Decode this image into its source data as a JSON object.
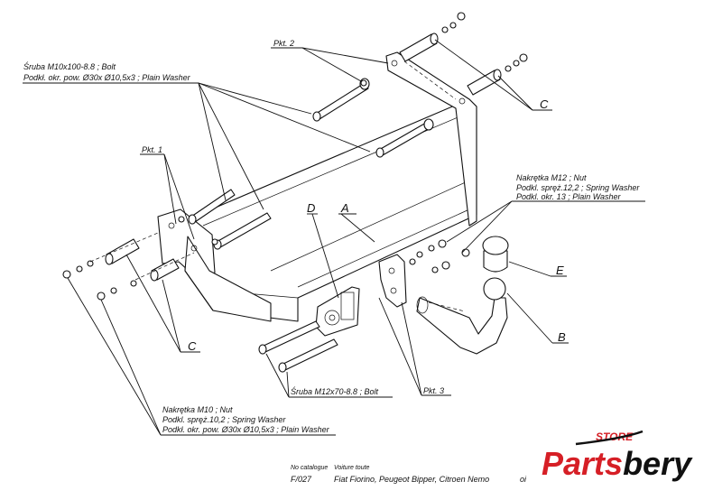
{
  "labels": {
    "bolt_m10": "Śruba M10x100-8.8 ;  Bolt",
    "washer_m10_top": "Podkł. okr. pow. Ø30x Ø10,5x3  ; Plain Washer",
    "pkt1": "Pkt. 1",
    "pkt2": "Pkt. 2",
    "pkt3": "Pkt. 3",
    "c_top": "C",
    "c_bottom": "C",
    "a": "A",
    "b": "B",
    "d": "D",
    "e": "E",
    "nut_m12": "Nakrętka  M12 ; Nut",
    "spring_m12": "Podkl. spręż.12,2 ; Spring Washer",
    "plain_m12": "Podkl. okr. 13 ; Plain Washer",
    "bolt_m12": "Śruba M12x70-8.8 ;  Bolt",
    "nut_m10": "Nakrętka  M10 ; Nut",
    "spring_m10": "Podkl. spręż.10,2 ; Spring Washer",
    "washer_m10_bottom": "Podkł. okr. pow. Ø30x Ø10,5x3  ; Plain Washer"
  },
  "footer": {
    "catalogue_caption": "No catalogue",
    "vehicle_caption": "Voiture toute",
    "catalogue_number": "F/027",
    "vehicles": "Fiat Fiorino, Peugeot Bipper, Citroen Nemo",
    "truncated": "oi"
  },
  "watermark": {
    "store": "STORE",
    "brand_part1": "Parts",
    "brand_part2": "bery",
    "color_red": "#d61f26",
    "color_black": "#111111"
  }
}
